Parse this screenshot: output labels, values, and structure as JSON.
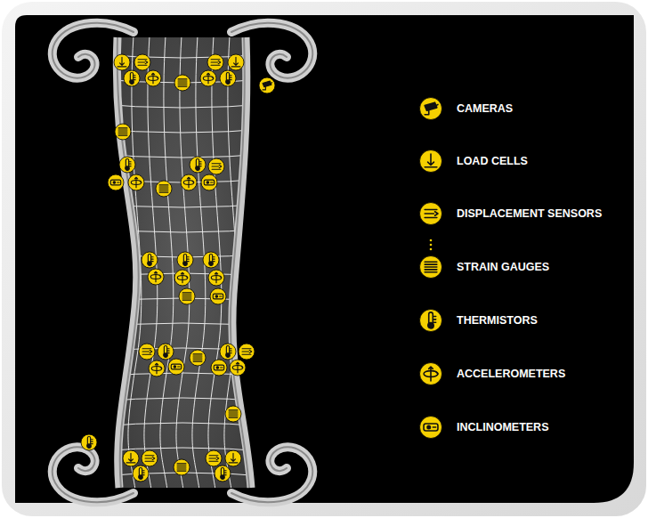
{
  "diagram": {
    "legend": [
      {
        "text": "CAMERAS"
      },
      {
        "text": "LOAD CELLS"
      },
      {
        "text": "DISPLACEMENT SENSORS"
      },
      {
        "text": "STRAIN GAUGES"
      },
      {
        "text": "THERMISTORS"
      },
      {
        "text": "ACCELEROMETERS"
      },
      {
        "text": "INCLINOMETERS"
      }
    ]
  }
}
